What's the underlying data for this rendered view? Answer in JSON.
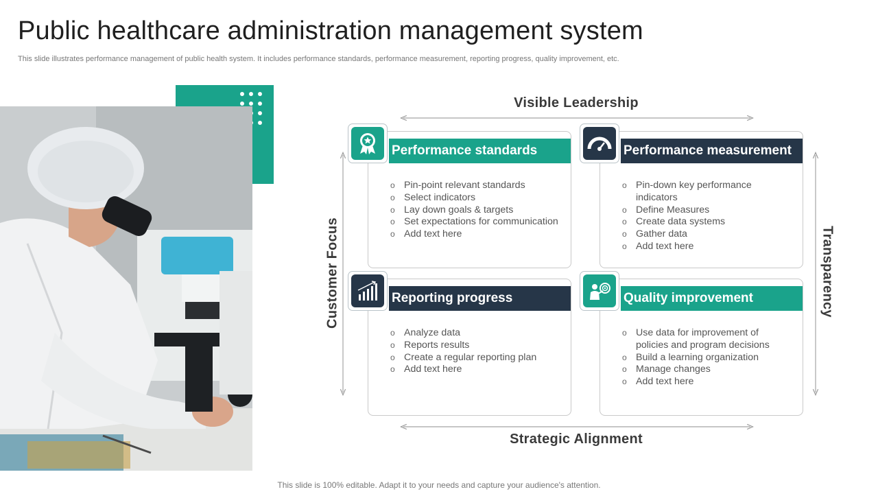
{
  "title": "Public healthcare administration management system",
  "subtitle": "This slide illustrates performance management of public health system. It includes performance standards, performance measurement, reporting progress, quality improvement, etc.",
  "axes": {
    "top": "Visible Leadership",
    "bottom": "Strategic Alignment",
    "left": "Customer Focus",
    "right": "Transparency"
  },
  "cards": [
    {
      "title": "Performance standards",
      "header_color": "#1aa38b",
      "icon": "award-badge-icon",
      "items": [
        "Pin-point relevant standards",
        "Select indicators",
        "Lay down goals & targets",
        "Set expectations for communication",
        "Add text here"
      ]
    },
    {
      "title": "Performance measurement",
      "header_color": "#263648",
      "icon": "speedometer-gauge-icon",
      "items": [
        "Pin-down key performance indicators",
        "Define Measures",
        "Create data systems",
        "Gather data",
        "Add text here"
      ]
    },
    {
      "title": "Reporting progress",
      "header_color": "#263648",
      "icon": "bar-chart-growth-icon",
      "items": [
        "Analyze data",
        "Reports results",
        "Create a regular reporting plan",
        "Add text here"
      ]
    },
    {
      "title": "Quality improvement",
      "header_color": "#1aa38b",
      "icon": "presenter-target-icon",
      "items": [
        "Use data for improvement of policies and program decisions",
        "Build a learning organization",
        "Manage changes",
        "Add text here"
      ]
    }
  ],
  "footer": "This slide is 100% editable. Adapt it to your needs and capture your audience's attention.",
  "colors": {
    "teal": "#1aa38b",
    "navy": "#263648"
  },
  "image": "scientist-with-microscope-photo"
}
